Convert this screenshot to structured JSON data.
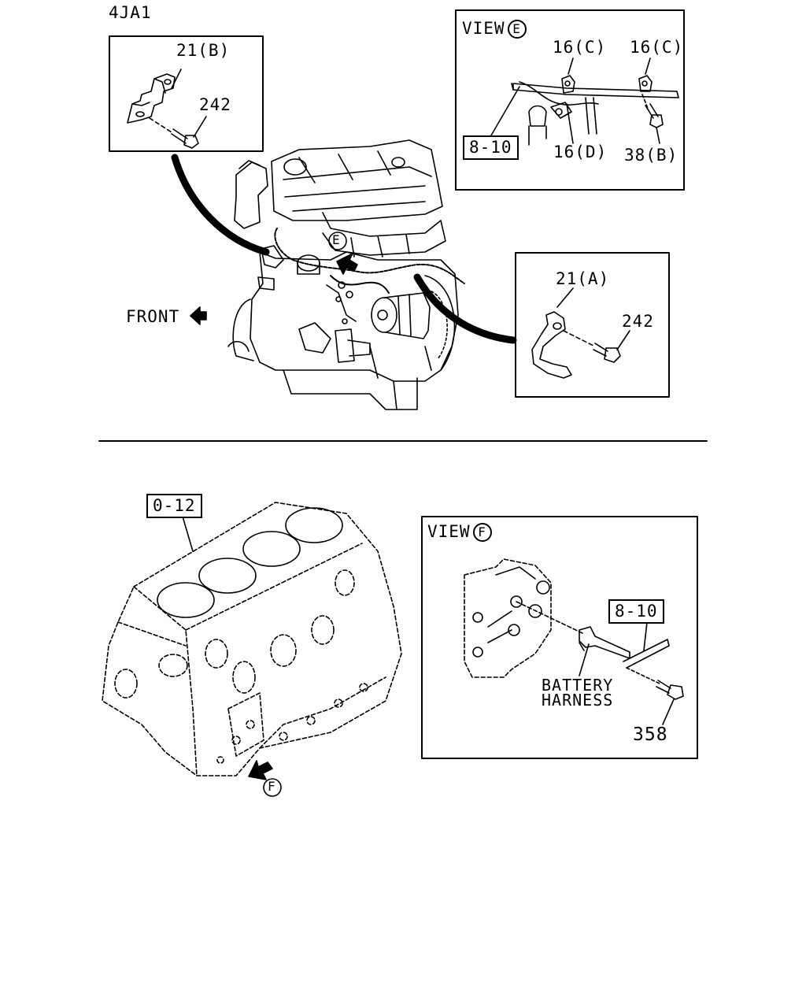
{
  "model": "4JA1",
  "top": {
    "front_label": "FRONT",
    "view_marker": "E",
    "inset_b": {
      "part": "21(B)",
      "bolt": "242"
    },
    "inset_a": {
      "part": "21(A)",
      "bolt": "242"
    },
    "view_e": {
      "title": "VIEW",
      "marker": "E",
      "clip_c_left": "16(C)",
      "clip_c_right": "16(C)",
      "clip_d": "16(D)",
      "bolt": "38(B)",
      "ref": "8-10"
    }
  },
  "bottom": {
    "ref": "0-12",
    "view_marker": "F",
    "view_f": {
      "title": "VIEW",
      "marker": "F",
      "ref": "8-10",
      "harness_line1": "BATTERY",
      "harness_line2": "HARNESS",
      "bolt": "358"
    }
  }
}
